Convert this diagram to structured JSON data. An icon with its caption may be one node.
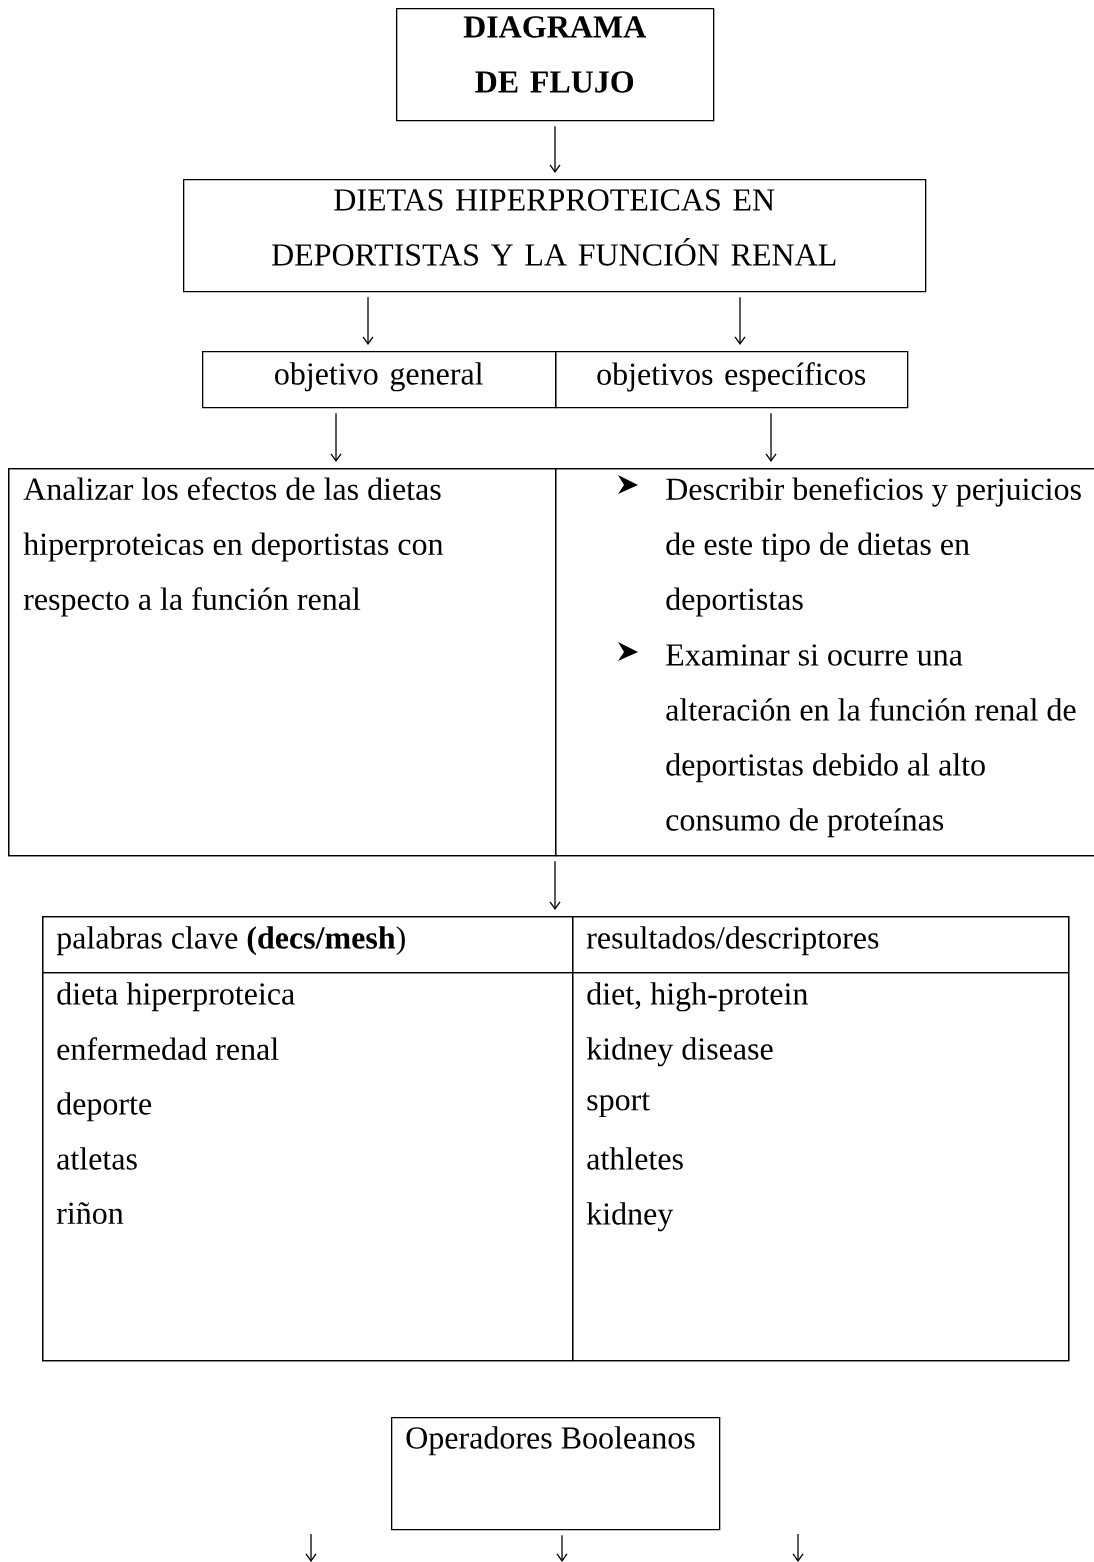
{
  "diagram": {
    "nodes": [
      {
        "text": [
          "DIAGRAMA DE FLUJO"
        ]
      },
      {
        "text": [
          "DIETAS HIPERPROTEICAS EN DEPORTISTAS Y LA FUNCIÓN RENAL"
        ]
      },
      {
        "text": [
          "objetivo general"
        ]
      },
      {
        "text": [
          "objetivos específicos"
        ]
      },
      {
        "text": [],
        "shape": "box"
      },
      {
        "text": [
          "Analizar los efectos de las dietas hiperproteicas en deportistas con respecto a la función renal"
        ],
        "in": 4
      },
      {
        "text": [
          "Describir beneficios y perjuicios de este tipo de dietas en deportistas",
          "Examinar si ocurre una alteración en la función renal de deportistas debido al alto consumo de proteínas"
        ],
        "in": 4
      },
      {
        "text": [],
        "shape": "box"
      },
      {
        "text": [
          "palabras clave **(decs/mesh**)"
        ],
        "in": 7
      },
      {
        "text": [
          "resultados/descriptores"
        ],
        "in": 7
      },
      {
        "text": [
          "dieta hiperproteica",
          "enfermedad renal",
          "deporte",
          "atletas",
          "riñon"
        ],
        "in": 7
      },
      {
        "text": [
          "diet, high-protein",
          "kidney disease",
          "sport",
          "athletes",
          "kidney"
        ],
        "in": 7
      },
      {
        "text": [
          "Operadores Booleanos"
        ]
      }
    ],
    "edges": [
      {
        "from": 0,
        "to": 1,
        "arrow": "to"
      },
      {
        "from": 1,
        "to": 2,
        "arrow": "to"
      },
      {
        "from": 1,
        "to": 3,
        "arrow": "to"
      },
      {
        "from": 2,
        "to": 5,
        "arrow": "to"
      },
      {
        "from": 3,
        "to": 6,
        "arrow": "to"
      },
      {
        "from": 4,
        "to": 7,
        "arrow": "to"
      },
      {
        "from": 12,
        "to": null,
        "arrow": "to"
      }
    ]
  }
}
